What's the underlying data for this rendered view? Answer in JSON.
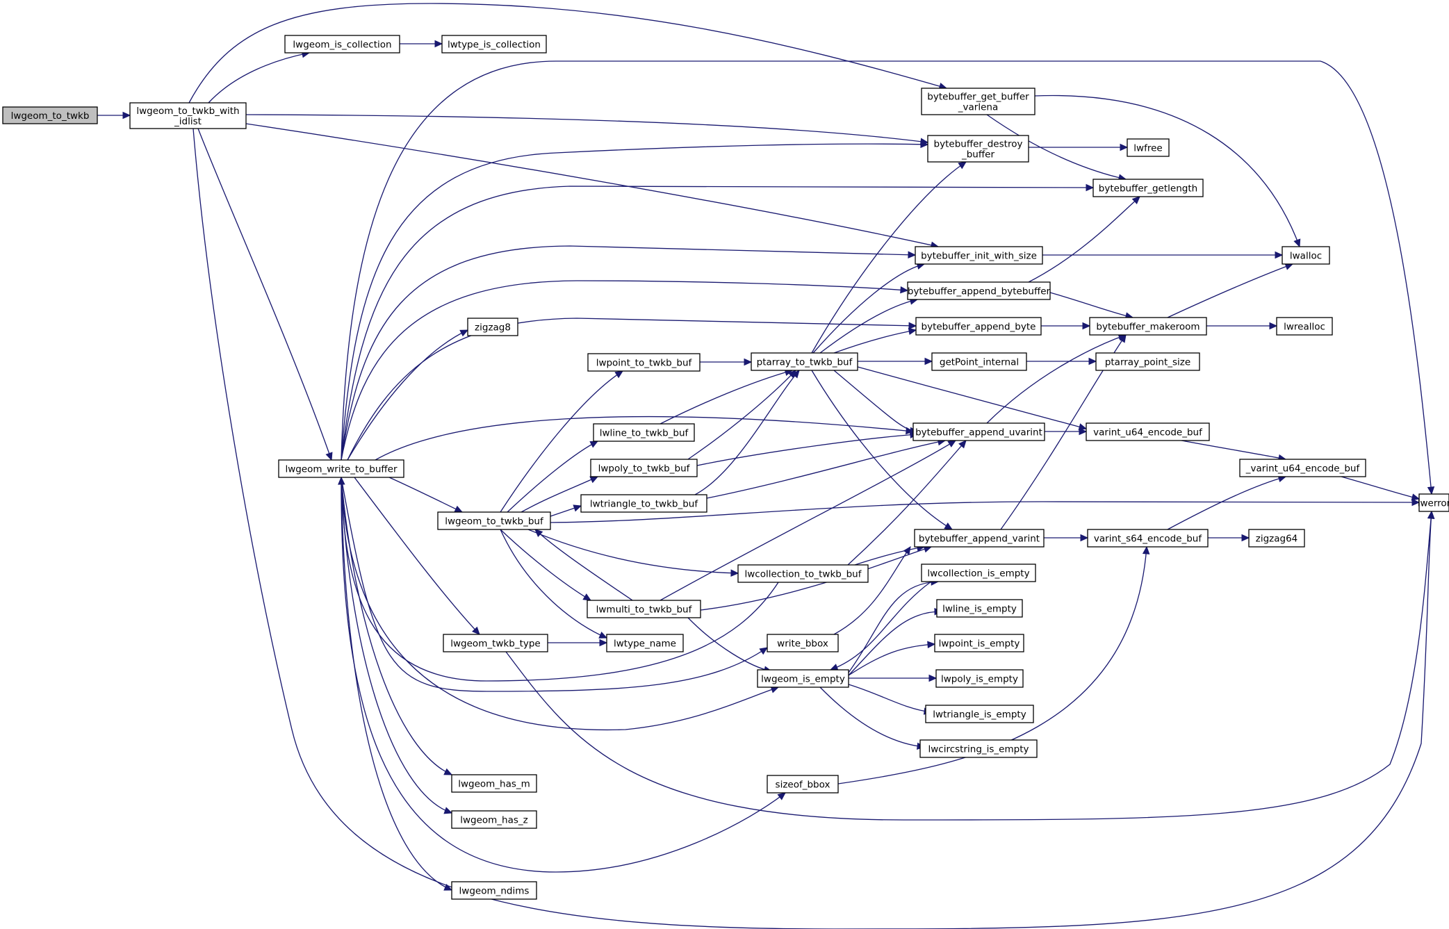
{
  "nodes": [
    {
      "id": "lwgeom_to_twkb",
      "lines": [
        "lwgeom_to_twkb"
      ],
      "root": true
    },
    {
      "id": "lwgeom_to_twkb_with_idlist",
      "lines": [
        "lwgeom_to_twkb_with",
        "_idlist"
      ]
    },
    {
      "id": "lwgeom_is_collection",
      "lines": [
        "lwgeom_is_collection"
      ]
    },
    {
      "id": "lwtype_is_collection",
      "lines": [
        "lwtype_is_collection"
      ]
    },
    {
      "id": "lwgeom_write_to_buffer",
      "lines": [
        "lwgeom_write_to_buffer"
      ]
    },
    {
      "id": "zigzag8",
      "lines": [
        "zigzag8"
      ]
    },
    {
      "id": "lwgeom_to_twkb_buf",
      "lines": [
        "lwgeom_to_twkb_buf"
      ]
    },
    {
      "id": "lwgeom_twkb_type",
      "lines": [
        "lwgeom_twkb_type"
      ]
    },
    {
      "id": "lwgeom_has_m",
      "lines": [
        "lwgeom_has_m"
      ]
    },
    {
      "id": "lwgeom_has_z",
      "lines": [
        "lwgeom_has_z"
      ]
    },
    {
      "id": "lwgeom_ndims",
      "lines": [
        "lwgeom_ndims"
      ]
    },
    {
      "id": "lwpoint_to_twkb_buf",
      "lines": [
        "lwpoint_to_twkb_buf"
      ]
    },
    {
      "id": "lwline_to_twkb_buf",
      "lines": [
        "lwline_to_twkb_buf"
      ]
    },
    {
      "id": "lwpoly_to_twkb_buf",
      "lines": [
        "lwpoly_to_twkb_buf"
      ]
    },
    {
      "id": "lwtriangle_to_twkb_buf",
      "lines": [
        "lwtriangle_to_twkb_buf"
      ]
    },
    {
      "id": "lwmulti_to_twkb_buf",
      "lines": [
        "lwmulti_to_twkb_buf"
      ]
    },
    {
      "id": "lwtype_name",
      "lines": [
        "lwtype_name"
      ]
    },
    {
      "id": "lwcollection_to_twkb_buf",
      "lines": [
        "lwcollection_to_twkb_buf"
      ]
    },
    {
      "id": "write_bbox",
      "lines": [
        "write_bbox"
      ]
    },
    {
      "id": "lwgeom_is_empty",
      "lines": [
        "lwgeom_is_empty"
      ]
    },
    {
      "id": "sizeof_bbox",
      "lines": [
        "sizeof_bbox"
      ]
    },
    {
      "id": "ptarray_to_twkb_buf",
      "lines": [
        "ptarray_to_twkb_buf"
      ]
    },
    {
      "id": "bytebuffer_get_buffer_varlena",
      "lines": [
        "bytebuffer_get_buffer",
        "_varlena"
      ]
    },
    {
      "id": "bytebuffer_destroy_buffer",
      "lines": [
        "bytebuffer_destroy",
        "_buffer"
      ]
    },
    {
      "id": "lwfree",
      "lines": [
        "lwfree"
      ]
    },
    {
      "id": "bytebuffer_getlength",
      "lines": [
        "bytebuffer_getlength"
      ]
    },
    {
      "id": "bytebuffer_init_with_size",
      "lines": [
        "bytebuffer_init_with_size"
      ]
    },
    {
      "id": "bytebuffer_append_bytebuffer",
      "lines": [
        "bytebuffer_append_bytebuffer"
      ]
    },
    {
      "id": "bytebuffer_append_byte",
      "lines": [
        "bytebuffer_append_byte"
      ]
    },
    {
      "id": "getPoint_internal",
      "lines": [
        "getPoint_internal"
      ]
    },
    {
      "id": "bytebuffer_append_uvarint",
      "lines": [
        "bytebuffer_append_uvarint"
      ]
    },
    {
      "id": "bytebuffer_append_varint",
      "lines": [
        "bytebuffer_append_varint"
      ]
    },
    {
      "id": "lwcollection_is_empty",
      "lines": [
        "lwcollection_is_empty"
      ]
    },
    {
      "id": "lwline_is_empty",
      "lines": [
        "lwline_is_empty"
      ]
    },
    {
      "id": "lwpoint_is_empty",
      "lines": [
        "lwpoint_is_empty"
      ]
    },
    {
      "id": "lwpoly_is_empty",
      "lines": [
        "lwpoly_is_empty"
      ]
    },
    {
      "id": "lwtriangle_is_empty",
      "lines": [
        "lwtriangle_is_empty"
      ]
    },
    {
      "id": "lwcircstring_is_empty",
      "lines": [
        "lwcircstring_is_empty"
      ]
    },
    {
      "id": "bytebuffer_makeroom",
      "lines": [
        "bytebuffer_makeroom"
      ]
    },
    {
      "id": "ptarray_point_size",
      "lines": [
        "ptarray_point_size"
      ]
    },
    {
      "id": "varint_u64_encode_buf",
      "lines": [
        "varint_u64_encode_buf"
      ]
    },
    {
      "id": "varint_s64_encode_buf",
      "lines": [
        "varint_s64_encode_buf"
      ]
    },
    {
      "id": "_varint_u64_encode_buf",
      "lines": [
        "_varint_u64_encode_buf"
      ]
    },
    {
      "id": "zigzag64",
      "lines": [
        "zigzag64"
      ]
    },
    {
      "id": "lwalloc",
      "lines": [
        "lwalloc"
      ]
    },
    {
      "id": "lwrealloc",
      "lines": [
        "lwrealloc"
      ]
    },
    {
      "id": "lwerror",
      "lines": [
        "lwerror"
      ]
    }
  ],
  "edges": [
    {
      "from": "lwgeom_to_twkb",
      "to": "lwgeom_to_twkb_with_idlist"
    },
    {
      "from": "lwgeom_to_twkb_with_idlist",
      "to": "lwgeom_is_collection"
    },
    {
      "from": "lwgeom_to_twkb_with_idlist",
      "to": "bytebuffer_get_buffer_varlena"
    },
    {
      "from": "lwgeom_to_twkb_with_idlist",
      "to": "bytebuffer_destroy_buffer"
    },
    {
      "from": "lwgeom_to_twkb_with_idlist",
      "to": "bytebuffer_init_with_size"
    },
    {
      "from": "lwgeom_to_twkb_with_idlist",
      "to": "lwgeom_write_to_buffer"
    },
    {
      "from": "lwgeom_to_twkb_with_idlist",
      "to": "lwerror"
    },
    {
      "from": "lwgeom_is_collection",
      "to": "lwtype_is_collection"
    },
    {
      "from": "lwgeom_write_to_buffer",
      "to": "lwerror"
    },
    {
      "from": "lwgeom_write_to_buffer",
      "to": "bytebuffer_destroy_buffer"
    },
    {
      "from": "lwgeom_write_to_buffer",
      "to": "bytebuffer_getlength"
    },
    {
      "from": "lwgeom_write_to_buffer",
      "to": "bytebuffer_init_with_size"
    },
    {
      "from": "lwgeom_write_to_buffer",
      "to": "bytebuffer_append_bytebuffer"
    },
    {
      "from": "lwgeom_write_to_buffer",
      "to": "zigzag8"
    },
    {
      "from": "lwgeom_write_to_buffer",
      "to": "bytebuffer_append_byte"
    },
    {
      "from": "lwgeom_write_to_buffer",
      "to": "bytebuffer_append_uvarint"
    },
    {
      "from": "lwgeom_write_to_buffer",
      "to": "lwgeom_to_twkb_buf"
    },
    {
      "from": "lwgeom_write_to_buffer",
      "to": "lwgeom_twkb_type"
    },
    {
      "from": "lwgeom_write_to_buffer",
      "to": "write_bbox"
    },
    {
      "from": "lwgeom_write_to_buffer",
      "to": "lwgeom_is_empty"
    },
    {
      "from": "lwgeom_write_to_buffer",
      "to": "lwgeom_has_m"
    },
    {
      "from": "lwgeom_write_to_buffer",
      "to": "lwgeom_has_z"
    },
    {
      "from": "lwgeom_write_to_buffer",
      "to": "sizeof_bbox"
    },
    {
      "from": "lwgeom_write_to_buffer",
      "to": "lwgeom_ndims"
    },
    {
      "from": "lwgeom_to_twkb_buf",
      "to": "lwpoint_to_twkb_buf"
    },
    {
      "from": "lwgeom_to_twkb_buf",
      "to": "lwline_to_twkb_buf"
    },
    {
      "from": "lwgeom_to_twkb_buf",
      "to": "lwpoly_to_twkb_buf"
    },
    {
      "from": "lwgeom_to_twkb_buf",
      "to": "lwtriangle_to_twkb_buf"
    },
    {
      "from": "lwgeom_to_twkb_buf",
      "to": "lwerror"
    },
    {
      "from": "lwgeom_to_twkb_buf",
      "to": "lwcollection_to_twkb_buf"
    },
    {
      "from": "lwgeom_to_twkb_buf",
      "to": "lwmulti_to_twkb_buf"
    },
    {
      "from": "lwgeom_to_twkb_buf",
      "to": "lwtype_name"
    },
    {
      "from": "lwgeom_twkb_type",
      "to": "lwtype_name"
    },
    {
      "from": "lwgeom_twkb_type",
      "to": "lwerror"
    },
    {
      "from": "lwpoint_to_twkb_buf",
      "to": "ptarray_to_twkb_buf"
    },
    {
      "from": "lwline_to_twkb_buf",
      "to": "ptarray_to_twkb_buf"
    },
    {
      "from": "lwpoly_to_twkb_buf",
      "to": "ptarray_to_twkb_buf"
    },
    {
      "from": "lwpoly_to_twkb_buf",
      "to": "bytebuffer_append_uvarint"
    },
    {
      "from": "lwtriangle_to_twkb_buf",
      "to": "ptarray_to_twkb_buf"
    },
    {
      "from": "lwtriangle_to_twkb_buf",
      "to": "bytebuffer_append_uvarint"
    },
    {
      "from": "lwmulti_to_twkb_buf",
      "to": "lwgeom_to_twkb_buf"
    },
    {
      "from": "lwmulti_to_twkb_buf",
      "to": "bytebuffer_append_uvarint"
    },
    {
      "from": "lwmulti_to_twkb_buf",
      "to": "bytebuffer_append_varint"
    },
    {
      "from": "lwmulti_to_twkb_buf",
      "to": "lwgeom_is_empty"
    },
    {
      "from": "lwcollection_to_twkb_buf",
      "to": "lwgeom_write_to_buffer"
    },
    {
      "from": "lwcollection_to_twkb_buf",
      "to": "bytebuffer_append_uvarint"
    },
    {
      "from": "lwcollection_to_twkb_buf",
      "to": "bytebuffer_append_varint"
    },
    {
      "from": "write_bbox",
      "to": "bytebuffer_append_varint"
    },
    {
      "from": "lwgeom_is_empty",
      "to": "lwcollection_is_empty"
    },
    {
      "from": "lwgeom_is_empty",
      "to": "lwline_is_empty"
    },
    {
      "from": "lwgeom_is_empty",
      "to": "lwpoint_is_empty"
    },
    {
      "from": "lwgeom_is_empty",
      "to": "lwpoly_is_empty"
    },
    {
      "from": "lwgeom_is_empty",
      "to": "lwtriangle_is_empty"
    },
    {
      "from": "lwgeom_is_empty",
      "to": "lwcircstring_is_empty"
    },
    {
      "from": "lwcollection_is_empty",
      "to": "lwgeom_is_empty"
    },
    {
      "from": "sizeof_bbox",
      "to": "varint_s64_encode_buf"
    },
    {
      "from": "ptarray_to_twkb_buf",
      "to": "bytebuffer_destroy_buffer"
    },
    {
      "from": "ptarray_to_twkb_buf",
      "to": "bytebuffer_init_with_size"
    },
    {
      "from": "ptarray_to_twkb_buf",
      "to": "bytebuffer_append_bytebuffer"
    },
    {
      "from": "ptarray_to_twkb_buf",
      "to": "bytebuffer_append_byte"
    },
    {
      "from": "ptarray_to_twkb_buf",
      "to": "getPoint_internal"
    },
    {
      "from": "ptarray_to_twkb_buf",
      "to": "bytebuffer_append_uvarint"
    },
    {
      "from": "ptarray_to_twkb_buf",
      "to": "varint_u64_encode_buf"
    },
    {
      "from": "ptarray_to_twkb_buf",
      "to": "bytebuffer_append_varint"
    },
    {
      "from": "bytebuffer_get_buffer_varlena",
      "to": "bytebuffer_getlength"
    },
    {
      "from": "bytebuffer_get_buffer_varlena",
      "to": "lwalloc"
    },
    {
      "from": "bytebuffer_destroy_buffer",
      "to": "lwfree"
    },
    {
      "from": "bytebuffer_init_with_size",
      "to": "lwalloc"
    },
    {
      "from": "bytebuffer_append_bytebuffer",
      "to": "bytebuffer_getlength"
    },
    {
      "from": "bytebuffer_append_bytebuffer",
      "to": "bytebuffer_makeroom"
    },
    {
      "from": "bytebuffer_append_byte",
      "to": "bytebuffer_makeroom"
    },
    {
      "from": "getPoint_internal",
      "to": "ptarray_point_size"
    },
    {
      "from": "bytebuffer_append_uvarint",
      "to": "bytebuffer_makeroom"
    },
    {
      "from": "bytebuffer_append_uvarint",
      "to": "varint_u64_encode_buf"
    },
    {
      "from": "bytebuffer_append_varint",
      "to": "bytebuffer_makeroom"
    },
    {
      "from": "bytebuffer_append_varint",
      "to": "varint_s64_encode_buf"
    },
    {
      "from": "bytebuffer_makeroom",
      "to": "lwalloc"
    },
    {
      "from": "bytebuffer_makeroom",
      "to": "lwrealloc"
    },
    {
      "from": "varint_u64_encode_buf",
      "to": "_varint_u64_encode_buf"
    },
    {
      "from": "varint_s64_encode_buf",
      "to": "_varint_u64_encode_buf"
    },
    {
      "from": "varint_s64_encode_buf",
      "to": "zigzag64"
    },
    {
      "from": "_varint_u64_encode_buf",
      "to": "lwerror"
    }
  ]
}
